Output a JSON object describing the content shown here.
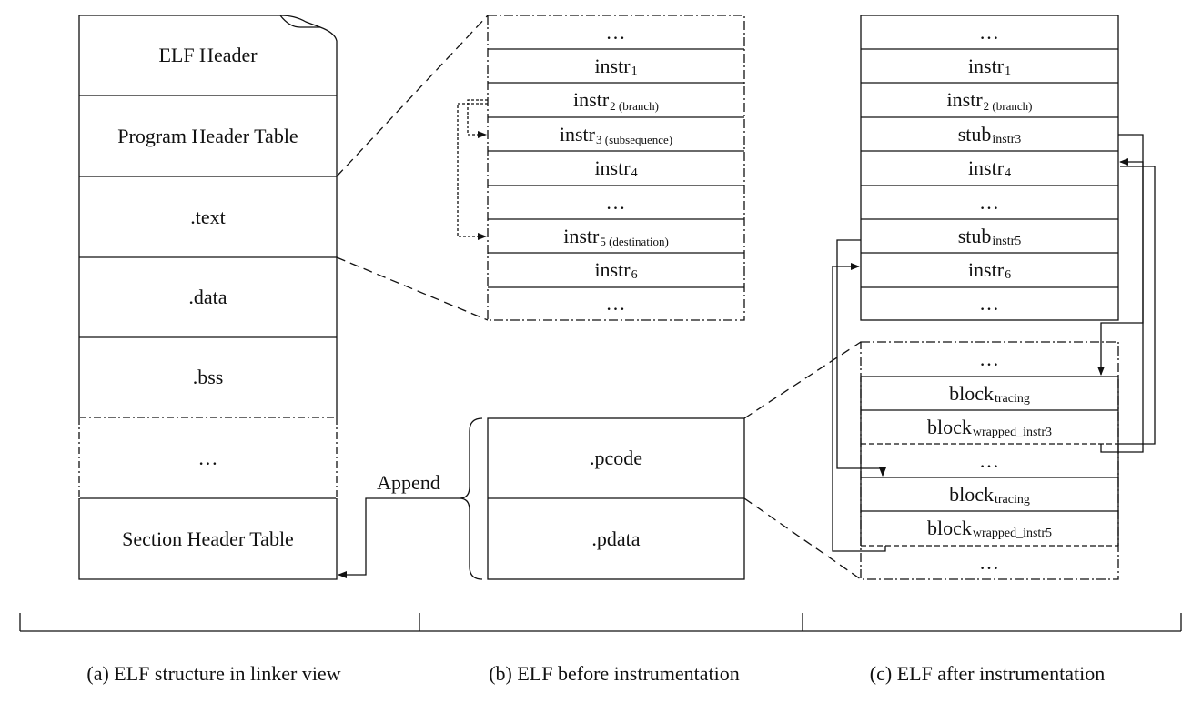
{
  "panel_a": {
    "sections": [
      {
        "text": "ELF Header"
      },
      {
        "text": "Program Header Table"
      },
      {
        "text": ".text"
      },
      {
        "text": ".data"
      },
      {
        "text": ".bss"
      },
      {
        "text": "…"
      },
      {
        "text": "Section Header Table"
      }
    ],
    "caption": "(a) ELF structure in linker view"
  },
  "panel_b": {
    "instrs": [
      {
        "main": "…",
        "sub": ""
      },
      {
        "main": "instr",
        "sub": "1"
      },
      {
        "main": "instr",
        "sub": "2 (branch)"
      },
      {
        "main": "instr",
        "sub": "3 (subsequence)"
      },
      {
        "main": "instr",
        "sub": "4"
      },
      {
        "main": "…",
        "sub": ""
      },
      {
        "main": "instr",
        "sub": "5 (destination)"
      },
      {
        "main": "instr",
        "sub": "6"
      },
      {
        "main": "…",
        "sub": ""
      }
    ],
    "appended": [
      {
        "text": ".pcode"
      },
      {
        "text": ".pdata"
      }
    ],
    "append_label": "Append",
    "caption": "(b) ELF before instrumentation"
  },
  "panel_c": {
    "instrs": [
      {
        "main": "…",
        "sub": ""
      },
      {
        "main": "instr",
        "sub": "1"
      },
      {
        "main": "instr",
        "sub": "2 (branch)"
      },
      {
        "main": "stub",
        "sub": "instr3"
      },
      {
        "main": "instr",
        "sub": "4"
      },
      {
        "main": "…",
        "sub": ""
      },
      {
        "main": "stub",
        "sub": "instr5"
      },
      {
        "main": "instr",
        "sub": "6"
      },
      {
        "main": "…",
        "sub": ""
      }
    ],
    "blocks": [
      {
        "main": "…",
        "sub": ""
      },
      {
        "main": "block",
        "sub": "tracing"
      },
      {
        "main": "block",
        "sub": "wrapped_instr3"
      },
      {
        "main": "…",
        "sub": ""
      },
      {
        "main": "block",
        "sub": "tracing"
      },
      {
        "main": "block",
        "sub": "wrapped_instr5"
      },
      {
        "main": "…",
        "sub": ""
      }
    ],
    "caption": "(c) ELF after instrumentation"
  }
}
